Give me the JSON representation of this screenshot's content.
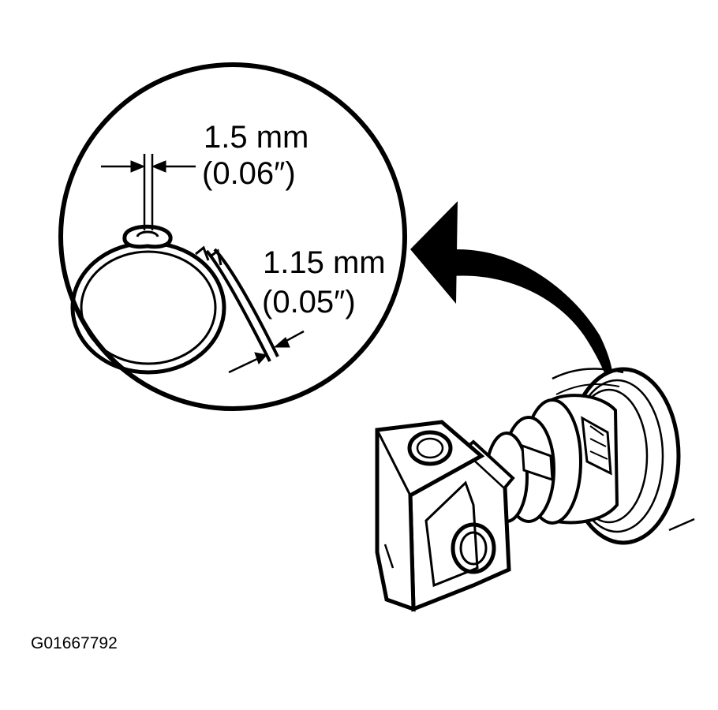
{
  "callout": {
    "top_dimension": {
      "mm": "1.5 mm",
      "inch": "(0.06″)"
    },
    "side_dimension": {
      "mm": "1.15 mm",
      "inch": "(0.05″)"
    }
  },
  "figure_code": "G01667792",
  "colors": {
    "ink": "#000000",
    "paper": "#ffffff"
  }
}
